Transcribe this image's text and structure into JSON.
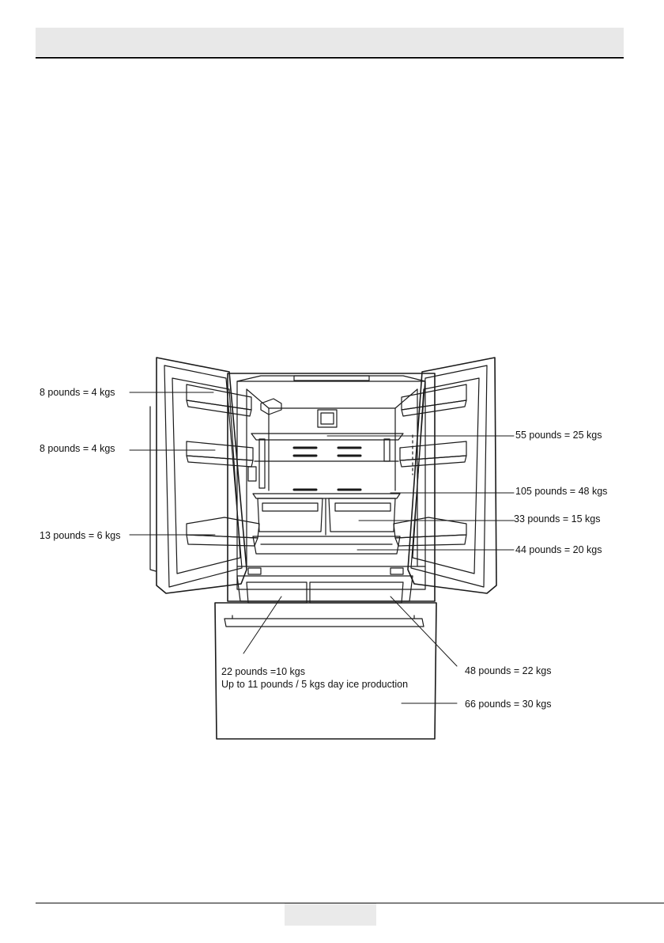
{
  "labels": {
    "left_door_top": "8 pounds = 4 kgs",
    "left_door_mid": "8 pounds = 4 kgs",
    "left_door_bottom": "13 pounds = 6 kgs",
    "glass_shelf": "55 pounds = 25 kgs",
    "crisper_shelf": "105 pounds = 48 kgs",
    "right_door_bin": "33 pounds = 15 kgs",
    "deli_drawer": "44 pounds = 20 kgs",
    "ice_bin": "22 pounds =10 kgs",
    "ice_production": "Up to 11 pounds / 5 kgs day ice production",
    "upper_freezer_drawer": "48 pounds = 22 kgs",
    "freezer_drawer": "66 pounds = 30 kgs"
  },
  "colors": {
    "line": "#1a1a1a",
    "header": "#e8e8e8"
  }
}
